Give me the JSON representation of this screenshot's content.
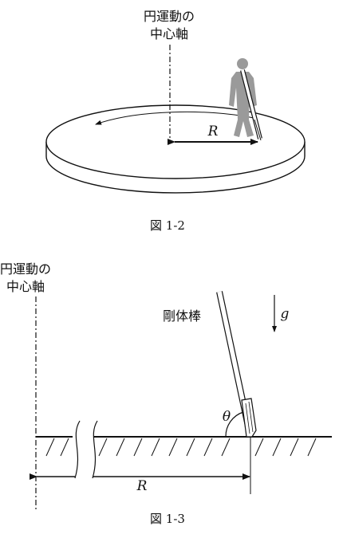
{
  "fig2": {
    "axis_label_line1": "円運動の",
    "axis_label_line2": "中心軸",
    "radius_label": "R",
    "caption": "図 1-2"
  },
  "fig3": {
    "axis_label_line1": "円運動の",
    "axis_label_line2": "中心軸",
    "rod_label": "剛体棒",
    "gravity_label": "g",
    "angle_label": "θ",
    "radius_label": "R",
    "caption": "図 1-3"
  },
  "colors": {
    "ink": "#111111",
    "person": "#9a9a9a"
  }
}
